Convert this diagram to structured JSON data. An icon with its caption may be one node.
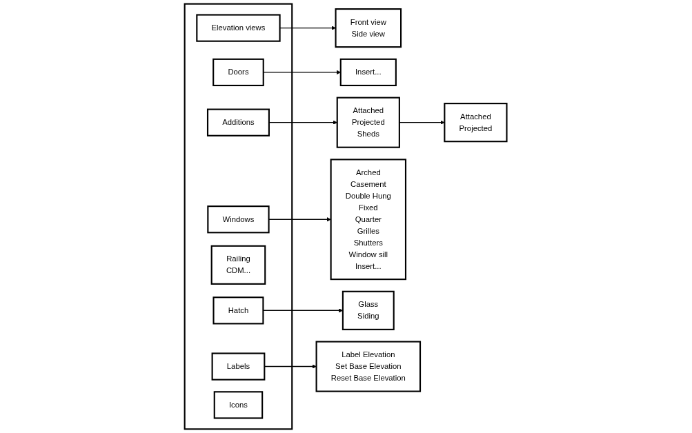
{
  "diagram": {
    "nodes": [
      {
        "text": [],
        "shape": "box"
      },
      {
        "text": [
          "Elevation views"
        ],
        "in": 0
      },
      {
        "text": [
          "Additions"
        ],
        "in": 0
      },
      {
        "text": [
          "Doors"
        ],
        "in": 0
      },
      {
        "text": [
          "Windows"
        ],
        "in": 0
      },
      {
        "text": [
          "Railing",
          "CDM..."
        ],
        "in": 0
      },
      {
        "text": [
          "Hatch"
        ],
        "in": 0
      },
      {
        "text": [
          "Labels"
        ],
        "in": 0
      },
      {
        "text": [
          "Icons"
        ],
        "in": 0
      },
      {
        "text": [
          "Front view",
          "Side view"
        ]
      },
      {
        "text": [
          "Insert..."
        ]
      },
      {
        "text": [
          "Attached",
          "Projected",
          "Sheds"
        ]
      },
      {
        "text": [
          "Arched",
          "Casement",
          "Double Hung",
          "Fixed",
          "Quarter",
          "Grilles",
          "Shutters",
          "Window sill",
          "Insert..."
        ]
      },
      {
        "text": [
          "Glass",
          "Siding"
        ]
      },
      {
        "text": [
          "Attached",
          "Projected"
        ]
      },
      {
        "text": [
          "Label Elevation",
          "Set Base Elevation",
          "Reset Base Elevation"
        ]
      }
    ],
    "edges": [
      {
        "from": 1,
        "to": 9,
        "arrow": "to"
      },
      {
        "from": 2,
        "to": 11,
        "arrow": "to"
      },
      {
        "from": 3,
        "to": 10,
        "arrow": "to"
      },
      {
        "from": 4,
        "to": 12,
        "arrow": "to"
      },
      {
        "from": 11,
        "to": 14,
        "arrow": "to"
      },
      {
        "from": 6,
        "to": 13,
        "arrow": "to"
      },
      {
        "from": 7,
        "to": 15,
        "arrow": "to"
      }
    ]
  }
}
